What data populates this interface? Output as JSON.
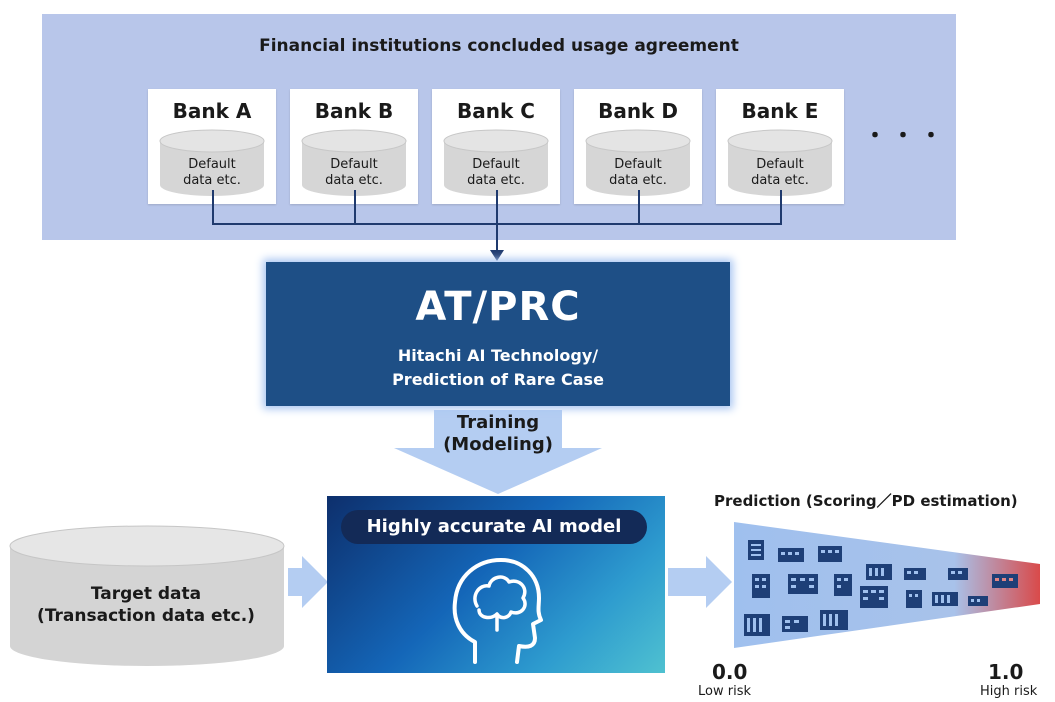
{
  "top_panel": {
    "title": "Financial institutions concluded usage agreement"
  },
  "banks": [
    {
      "name": "Bank A",
      "data_label_1": "Default",
      "data_label_2": "data etc."
    },
    {
      "name": "Bank B",
      "data_label_1": "Default",
      "data_label_2": "data etc."
    },
    {
      "name": "Bank C",
      "data_label_1": "Default",
      "data_label_2": "data etc."
    },
    {
      "name": "Bank D",
      "data_label_1": "Default",
      "data_label_2": "data etc."
    },
    {
      "name": "Bank E",
      "data_label_1": "Default",
      "data_label_2": "data etc."
    }
  ],
  "ellipsis": "・・・",
  "atprc": {
    "title": "AT/PRC",
    "subtitle_1": "Hitachi AI Technology/",
    "subtitle_2": "Prediction of Rare Case"
  },
  "training": {
    "line_1": "Training",
    "line_2": "(Modeling)"
  },
  "ai_model": {
    "label": "Highly accurate AI model"
  },
  "target": {
    "line_1": "Target data",
    "line_2": "(Transaction data etc.)"
  },
  "prediction": {
    "title": "Prediction (Scoring／PD estimation)",
    "low_value": "0.0",
    "low_label": "Low risk",
    "high_value": "1.0",
    "high_label": "High risk"
  },
  "colors": {
    "panel": "#b8c6ea",
    "atprc_bg": "#1e4f86",
    "connector": "#1f3a6e",
    "arrow": "#b4cdf2",
    "risk_low": "#9fc0ee",
    "risk_high": "#d94a4a"
  }
}
